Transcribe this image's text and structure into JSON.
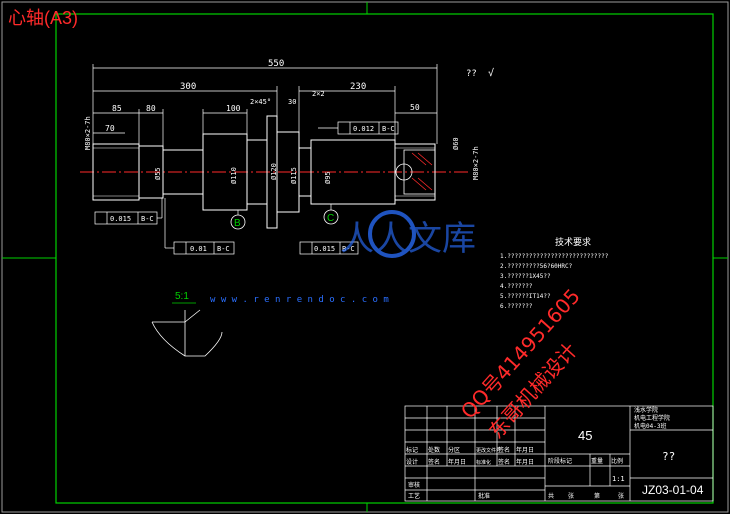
{
  "sheet": {
    "title": "心轴(A3)",
    "scale_label": "5:1"
  },
  "dimensions": {
    "overall_length": "550",
    "left_part": "300",
    "right_part": "230",
    "d85": "85",
    "d80": "80",
    "d100": "100",
    "d70": "70",
    "d2x45_a": "2×45°",
    "d30": "30",
    "d2x2": "2×2",
    "d50": "50",
    "phi55": "Ø55",
    "phi110": "Ø110",
    "phi120": "Ø120",
    "phi115": "Ø115",
    "phi95": "Ø95",
    "left_thread": "M80×2-7h",
    "right_thread": "M80×2-7h",
    "roughness_top": "??",
    "roughness_mark": "√"
  },
  "tolerances": {
    "roundness": "0.015",
    "roundness_ref": "B-C",
    "runout_1": "0.01",
    "runout_1_ref": "B-C",
    "runout_2": "0.015",
    "runout_2_ref": "B-C",
    "runout_3": "0.012",
    "runout_3_ref": "B-C"
  },
  "datums": {
    "b": "B",
    "c": "C"
  },
  "requirements": {
    "title": "技术要求",
    "items": [
      "1.????????????????????????????",
      "2.?????????56?60HRC?",
      "3.??????1X45??",
      "4.???????",
      "5.??????IT14??",
      "6.???????"
    ]
  },
  "watermark": {
    "brand": "人人文库",
    "url": "w w w . r e n r e n d o c . c o m",
    "qq": "QQ号414951605",
    "designer": "东哥机械设计"
  },
  "title_block": {
    "material": "45",
    "part_name": "??",
    "drawing_no": "JZ03-01-04",
    "school_line1": "浅水学院",
    "school_line2": "机电工程学院",
    "school_line3": "机电04-3班",
    "revision_headers": [
      "标记",
      "处数",
      "分区",
      "更改文件号",
      "签名",
      "年月日"
    ],
    "design_row": [
      "设计",
      "签名",
      "年月日",
      "标准化",
      "签名",
      "年月日"
    ],
    "stage_label": "阶段标记",
    "weight_label": "重量",
    "scale_label": "比例",
    "scale_value": "1:1",
    "review_label": "审核",
    "process_label": "工艺",
    "approve_label": "批准",
    "sheet_total": "共",
    "sheet_label": "张",
    "page_label": "第",
    "page_suffix": "张"
  }
}
